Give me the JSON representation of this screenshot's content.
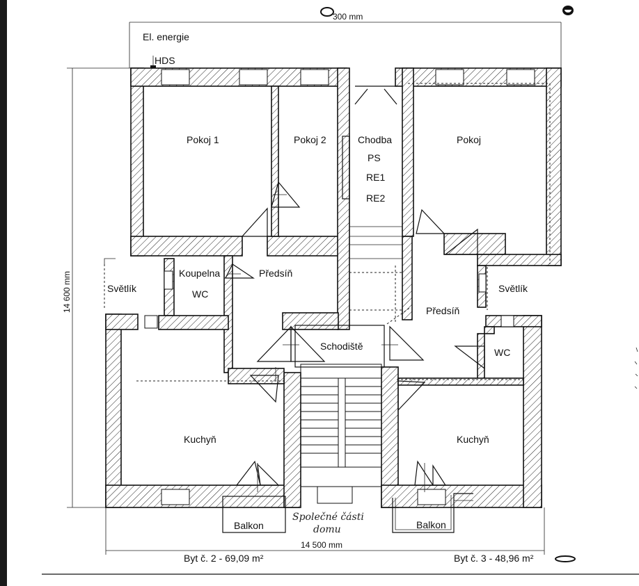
{
  "dimensions": {
    "top_width": "300 mm",
    "height": "14 600 mm",
    "bottom_width": "14 500 mm"
  },
  "labels": {
    "el_energie": "El. energie",
    "hds": "HDS",
    "pokoj1": "Pokoj 1",
    "pokoj2": "Pokoj 2",
    "chodba": "Chodba",
    "ps": "PS",
    "re1": "RE1",
    "re2": "RE2",
    "pokoj": "Pokoj",
    "svetlik_left": "Světlík",
    "koupelna": "Koupelna",
    "wc_left": "WC",
    "predsin_left": "Předsíň",
    "svetlik_right": "Světlík",
    "predsin_right": "Předsíň",
    "schodiste": "Schodiště",
    "wc_right": "WC",
    "kuchyn_left": "Kuchyň",
    "kuchyn_right": "Kuchyň",
    "balkon_left": "Balkon",
    "balkon_right": "Balkon",
    "spolecne_1": "Společné části",
    "spolecne_2": "domu",
    "byt2": "Byt č. 2 - 69,09 m²",
    "byt3": "Byt č. 3 - 48,96 m²"
  }
}
